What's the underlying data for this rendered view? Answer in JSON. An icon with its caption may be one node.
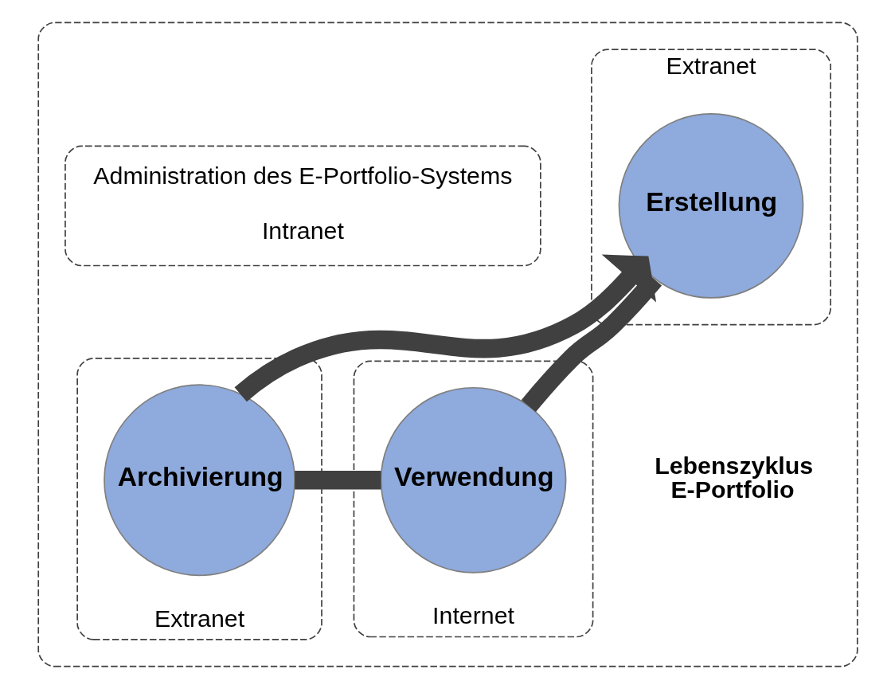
{
  "diagram": {
    "nodes": [
      {
        "text": [],
        "shape": "box"
      },
      {
        "text": [
          "Extranet"
        ],
        "in": 0
      },
      {
        "text": [
          "Erstellung"
        ],
        "in": 1
      },
      {
        "text": [
          "Administration des E-Portfolio-Systems",
          "Intranet"
        ],
        "in": 0
      },
      {
        "text": [
          "Extranet"
        ],
        "in": 0
      },
      {
        "text": [
          "Archivierung"
        ],
        "in": 4
      },
      {
        "text": [
          "Internet"
        ],
        "in": 0
      },
      {
        "text": [
          "Verwendung"
        ],
        "in": 6
      }
    ],
    "edges": [
      {
        "from": 2,
        "to": 7,
        "arrow": "none"
      },
      {
        "from": 7,
        "to": 5,
        "arrow": "none"
      },
      {
        "from": 5,
        "to": 2,
        "arrow": "to"
      }
    ],
    "labels": [
      "Lebenszyklus E-Portfolio"
    ]
  }
}
